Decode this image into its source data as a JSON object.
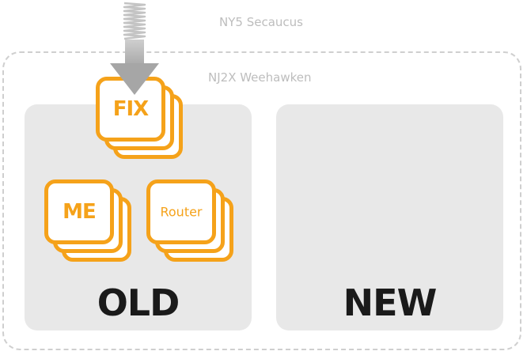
{
  "regions": {
    "outer_label": "NY5 Secaucus",
    "inner_label": "NJ2X Weehawken"
  },
  "panels": {
    "old_title": "OLD",
    "new_title": "NEW"
  },
  "stacks": {
    "fix_label": "FIX",
    "me_label": "ME",
    "router_label": "Router"
  },
  "colors": {
    "accent": "#f5a21a",
    "panel_bg": "#e8e8e8",
    "dashed": "#cfcfcf",
    "muted_text": "#bdbdbd",
    "title_text": "#1a1a1a"
  },
  "icons": {
    "incoming": "spring-arrow-icon"
  }
}
